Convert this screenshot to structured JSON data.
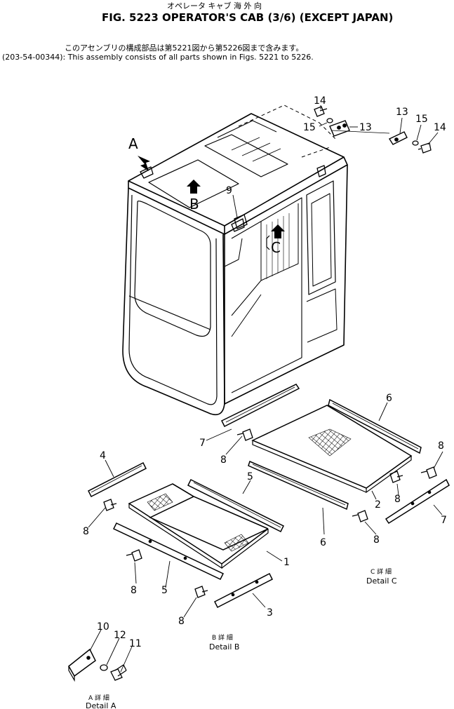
{
  "header": {
    "kana_line": "オペレータ キャブ        海 外 向",
    "title": "FIG. 5223  OPERATOR'S CAB (3/6) (EXCEPT JAPAN)",
    "note_jp": "このアセンブリの構成部品は第5221図から第5226図まで含みます。",
    "note_en": "(203-54-00344): This assembly consists of all parts shown in Figs. 5221 to 5226."
  },
  "view_letters": {
    "a": "A",
    "b": "B",
    "c": "C"
  },
  "callouts": {
    "n1": "1",
    "n2": "2",
    "n3": "3",
    "n4": "4",
    "n5": "5",
    "n6": "6",
    "n7": "7",
    "n8": "8",
    "n9": "9",
    "n10": "10",
    "n11": "11",
    "n12": "12",
    "n13": "13",
    "n14": "14",
    "n15": "15"
  },
  "details": {
    "a": {
      "jp": "A 詳 細",
      "en": "Detail A"
    },
    "b": {
      "jp": "B 詳 細",
      "en": "Detail B"
    },
    "c": {
      "jp": "C 詳 細",
      "en": "Detail C"
    }
  }
}
